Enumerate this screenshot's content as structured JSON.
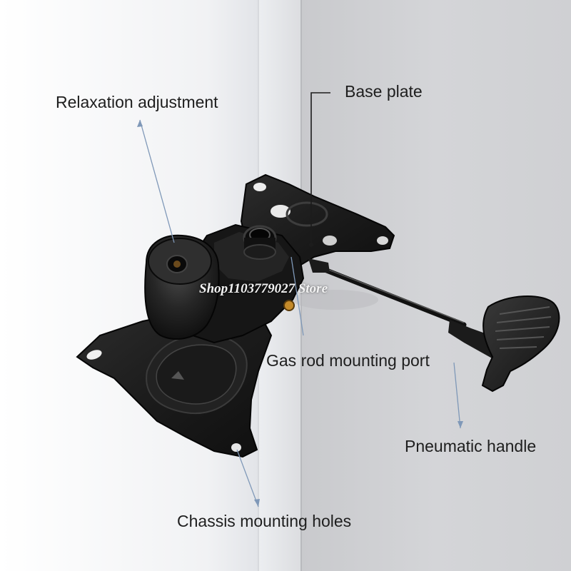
{
  "labels": {
    "relaxation_adjustment": "Relaxation adjustment",
    "base_plate": "Base plate",
    "gas_rod_mounting_port": "Gas rod mounting port",
    "pneumatic_handle": "Pneumatic handle",
    "chassis_mounting_holes": "Chassis mounting holes"
  },
  "watermark": "Shop1103779027 Store",
  "colors": {
    "left_wall": "#f2f3f5",
    "right_wall": "#cfd0d3",
    "metal": "#1a1a1a",
    "arrow": "#7f98b8",
    "label_text": "#1e1e1e"
  }
}
